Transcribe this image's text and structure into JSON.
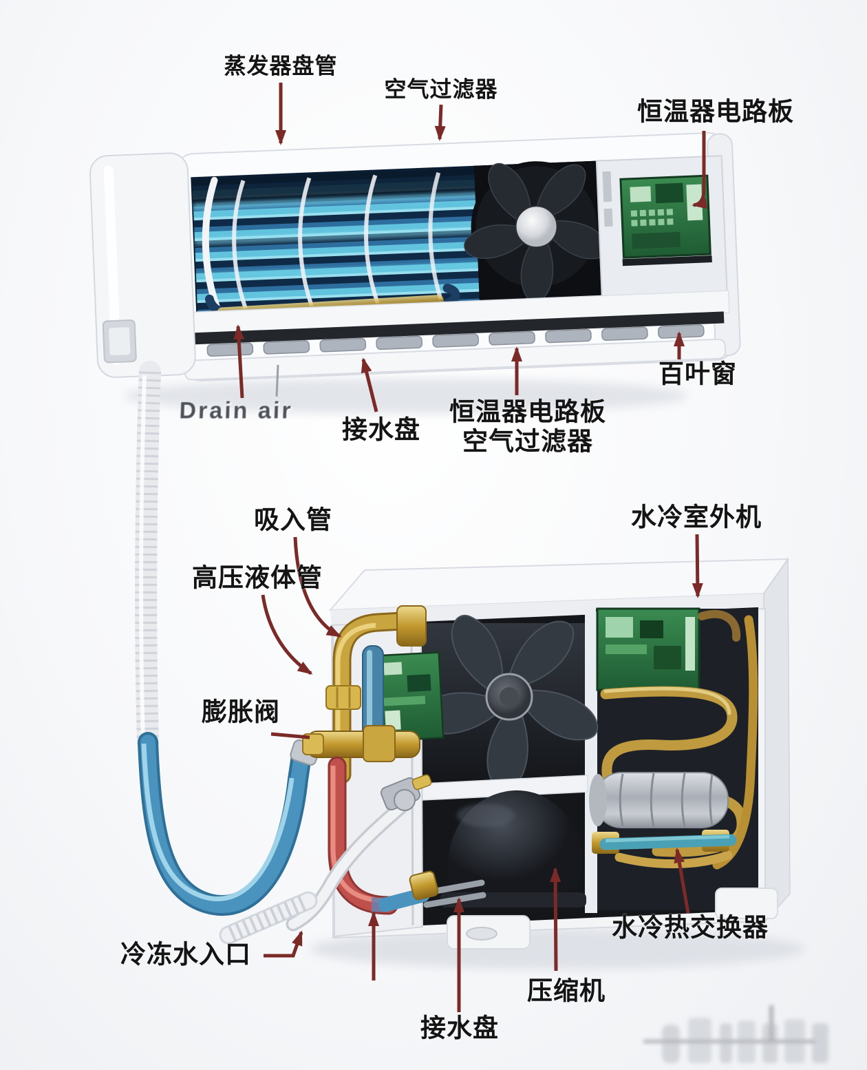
{
  "labels": {
    "evaporator_coil": "蒸发器盘管",
    "air_filter_top": "空气过滤器",
    "thermostat_board_top": "恒温器电路板",
    "louver": "百叶窗",
    "drain_air_note": "Drain air",
    "drain_pan_indoor": "接水盘",
    "thermostat_board_bottom": "恒温器电路板",
    "air_filter_bottom": "空气过滤器",
    "suction_pipe": "吸入管",
    "high_pressure_liquid_pipe": "高压液体管",
    "expansion_valve": "膨胀阀",
    "chilled_water_inlet": "冷冻水入口",
    "water_cooled_outdoor_unit": "水冷室外机",
    "water_cooled_heat_exchanger": "水冷热交换器",
    "compressor": "压缩机",
    "drain_pan_outdoor": "接水盘"
  },
  "colors": {
    "background": "#f6f7f9",
    "leader_arrow": "#7b2a28",
    "label_text": "#141414",
    "coil_cyan": "#62c3de",
    "coil_dark": "#0e2a46",
    "pcb_green": "#2f7d45",
    "brass": "#c9a44a",
    "pipe_yellow": "#c8a53e",
    "pipe_red": "#c0504c",
    "pipe_blue": "#4a93bf",
    "pipe_teal": "#4aa0b5",
    "fan_dark": "#262b31",
    "unit_white": "#f2f4f6"
  },
  "watermark_legible": false
}
